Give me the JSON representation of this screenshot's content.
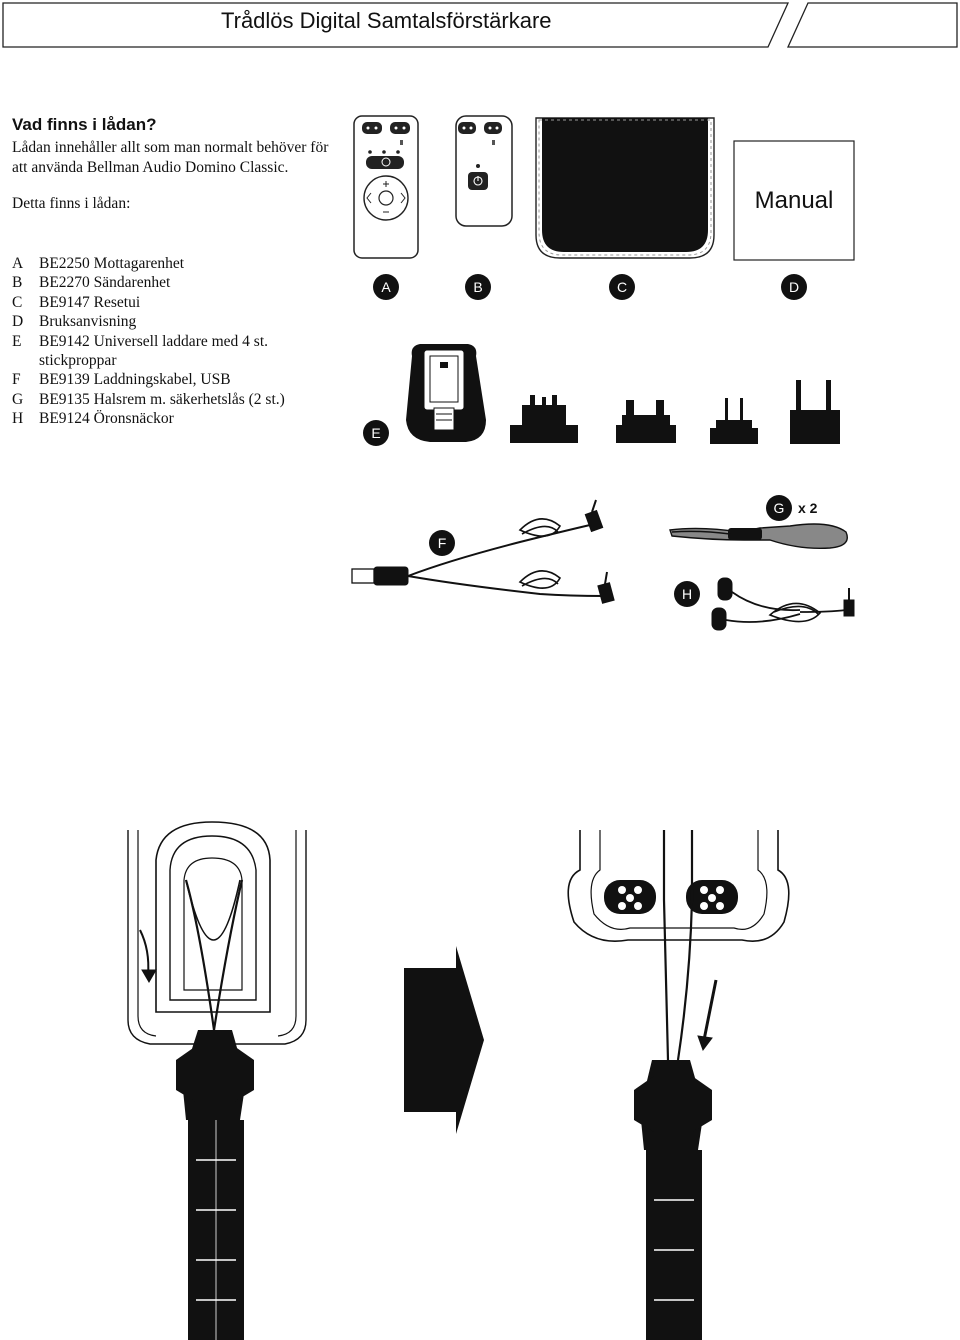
{
  "header": {
    "title": "Trådlös Digital Samtalsförstärkare"
  },
  "intro": {
    "heading": "Vad finns i lådan?",
    "lead": "Lådan innehåller allt som man normalt behöver för att använda Bellman Audio Domino Classic.",
    "subhead": "Detta finns i lådan:"
  },
  "items": [
    {
      "letter": "A",
      "text": "BE2250 Mottagarenhet"
    },
    {
      "letter": "B",
      "text": "BE2270 Sändarenhet"
    },
    {
      "letter": "C",
      "text": "BE9147 Resetui"
    },
    {
      "letter": "D",
      "text": "Bruksanvisning"
    },
    {
      "letter": "E",
      "text": "BE9142 Universell laddare med 4 st."
    },
    {
      "letter": "",
      "text": "stickproppar"
    },
    {
      "letter": "F",
      "text": "BE9139 Laddningskabel, USB"
    },
    {
      "letter": "G",
      "text": "BE9135 Halsrem m. säkerhetslås (2 st.)"
    },
    {
      "letter": "H",
      "text": "BE9124 Öronsnäckor"
    }
  ],
  "figure": {
    "badges": {
      "a": "A",
      "b": "B",
      "c": "C",
      "d": "D",
      "e": "E",
      "f": "F",
      "g": "G",
      "h": "H"
    },
    "manual_label": "Manual",
    "quantity_label": "x 2"
  }
}
